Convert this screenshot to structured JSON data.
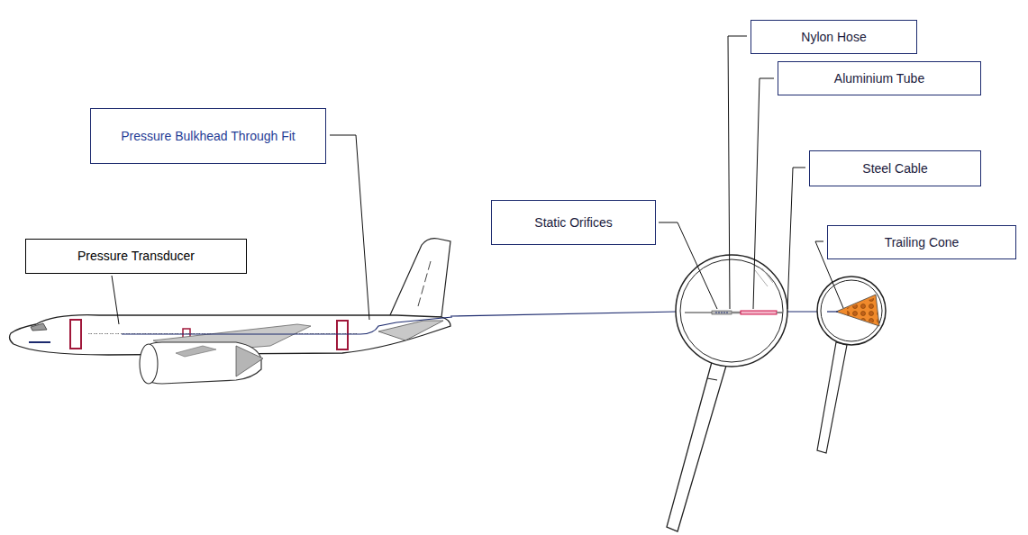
{
  "diagram": {
    "nodes": [
      {
        "text": [
          "Pressure Transducer"
        ]
      },
      {
        "text": [
          "Pressure Bulkhead Through Fit"
        ]
      },
      {
        "text": [
          "Static Orifices"
        ]
      },
      {
        "text": [
          "Nylon Hose"
        ]
      },
      {
        "text": [
          "Aluminium Tube"
        ]
      },
      {
        "text": [
          "Steel Cable"
        ]
      },
      {
        "text": [
          "Trailing Cone"
        ]
      }
    ],
    "edges": []
  }
}
